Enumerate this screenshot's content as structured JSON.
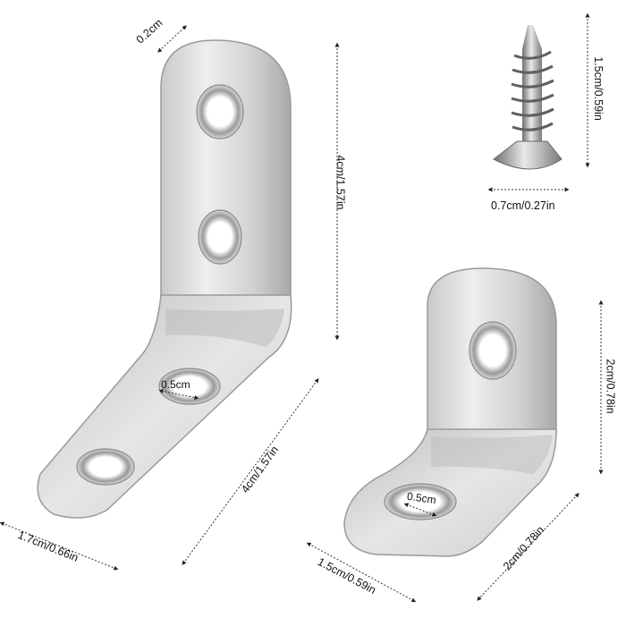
{
  "product": {
    "subject": "stainless steel L-shaped corner brackets with screw",
    "colors": {
      "metal_light": "#e4e4e4",
      "metal_mid": "#bdbdbd",
      "metal_dark": "#8a8a8a",
      "background": "#ffffff",
      "annotation": "#222222"
    }
  },
  "large_bracket": {
    "thickness_label": "0.2cm",
    "height_label": "4cm/1.57in",
    "leg_length_label": "4cm/1.57in",
    "width_label": "1.7cm/0.66in",
    "hole_label": "0.5cm",
    "hole_count": 4
  },
  "small_bracket": {
    "height_label": "2cm/0.78in",
    "leg_length_label": "2cm/0.78in",
    "width_label": "1.5cm/0.59in",
    "hole_label": "0.5cm",
    "hole_count": 2
  },
  "screw": {
    "length_label": "1.5cm/0.59in",
    "head_width_label": "0.7cm/0.27in"
  }
}
